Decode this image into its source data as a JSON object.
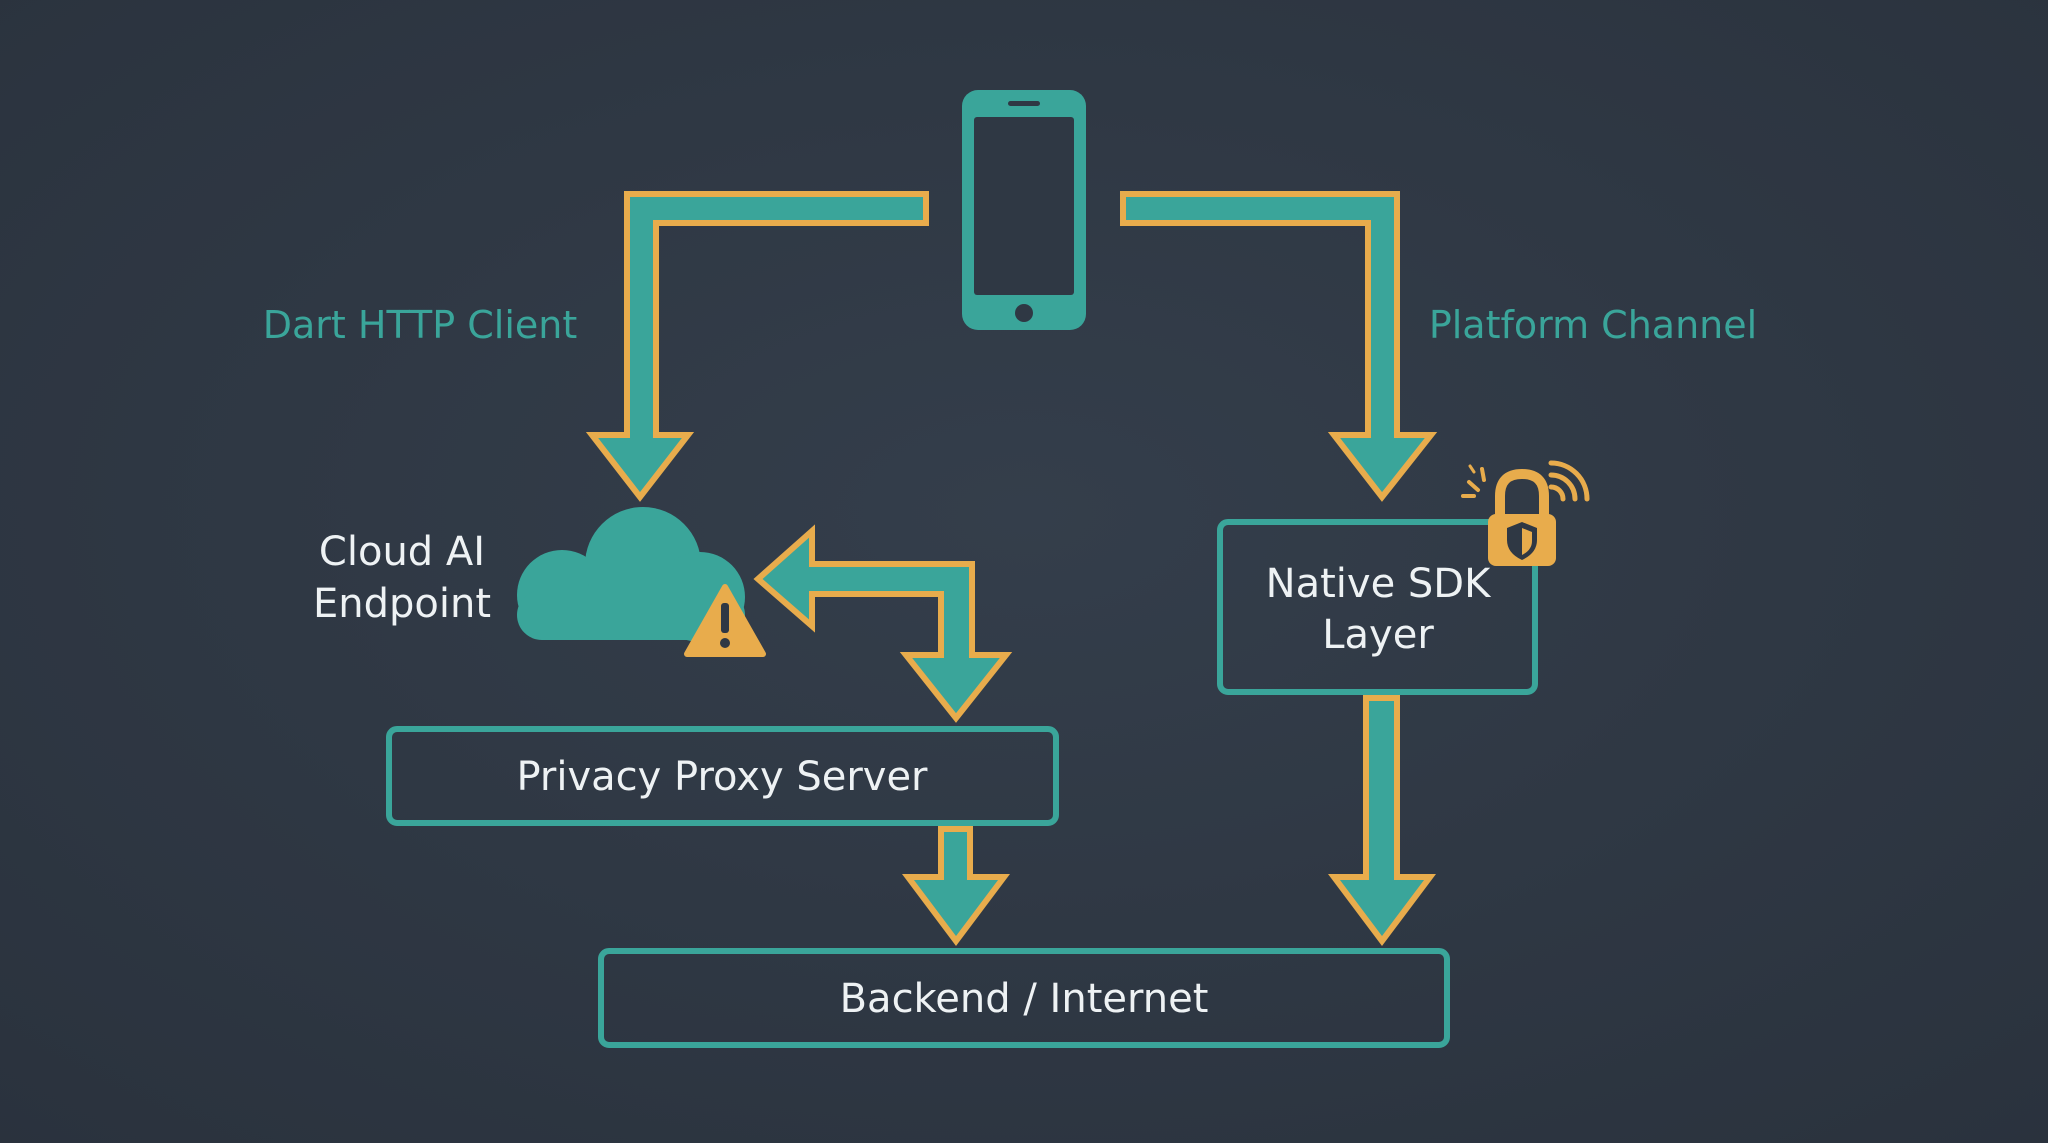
{
  "colors": {
    "background": "#2f3844",
    "teal": "#3aa59a",
    "orange": "#e8ac4c",
    "text": "#eef2f4"
  },
  "icons": {
    "device": "smartphone-icon",
    "cloud": "cloud-icon",
    "warning": "warning-icon",
    "lock": "padlock-shield-icon",
    "signal": "wireless-signal-icon"
  },
  "labels": {
    "left_path": "Dart HTTP Client",
    "right_path": "Platform Channel",
    "cloud_line1": "Cloud AI",
    "cloud_line2": "Endpoint",
    "native_line1": "Native SDK",
    "native_line2": "Layer",
    "proxy": "Privacy Proxy Server",
    "backend": "Backend / Internet"
  }
}
